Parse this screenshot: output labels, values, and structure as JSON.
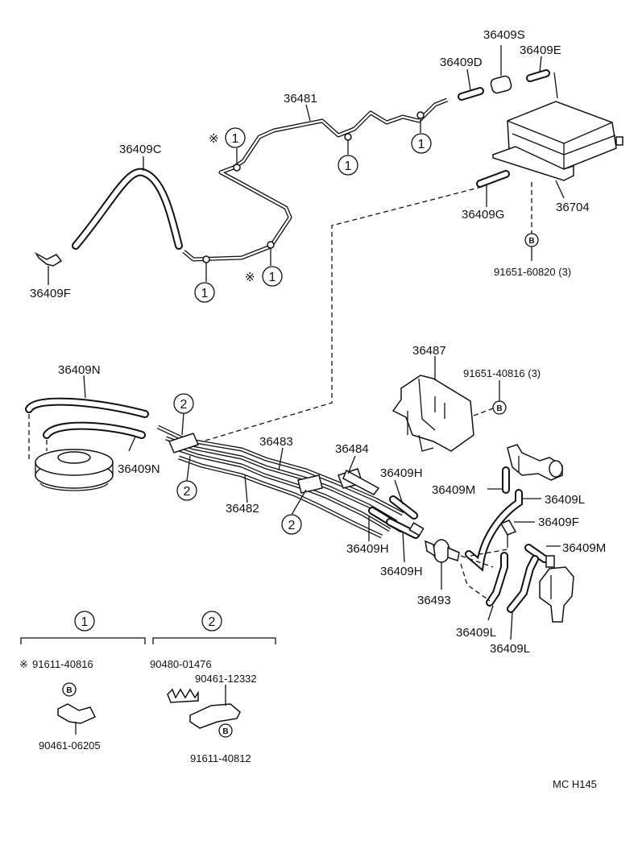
{
  "labels": {
    "p36409S": "36409S",
    "p36409E": "36409E",
    "p36409D": "36409D",
    "p36481": "36481",
    "p36409C": "36409C",
    "p36409F_top": "36409F",
    "p36409G": "36409G",
    "p36704": "36704",
    "bolt_top": "91651-60820 (3)",
    "p36487": "36487",
    "bolt_mid": "91651-40816 (3)",
    "p36409N_a": "36409N",
    "p36409N_b": "36409N",
    "p36483": "36483",
    "p36484": "36484",
    "p36482": "36482",
    "p36409H_a": "36409H",
    "p36409H_b": "36409H",
    "p36409H_c": "36409H",
    "p36409M_a": "36409M",
    "p36409L_a": "36409L",
    "p36409F_mid": "36409F",
    "p36409M_b": "36409M",
    "p36493": "36493",
    "p36409L_b": "36409L",
    "p36409L_c": "36409L",
    "clamp1_bolt": "91611-40816",
    "clamp1_clamp": "90461-06205",
    "clamp2_clip": "90480-01476",
    "clamp2_clamp": "90461-12332",
    "clamp2_bolt": "91611-40812",
    "code": "MC  H145"
  },
  "callouts": {
    "one": "1",
    "two": "2",
    "star": "※",
    "bolt_b": "B"
  },
  "legend": {
    "group1": "1",
    "group2": "2"
  }
}
